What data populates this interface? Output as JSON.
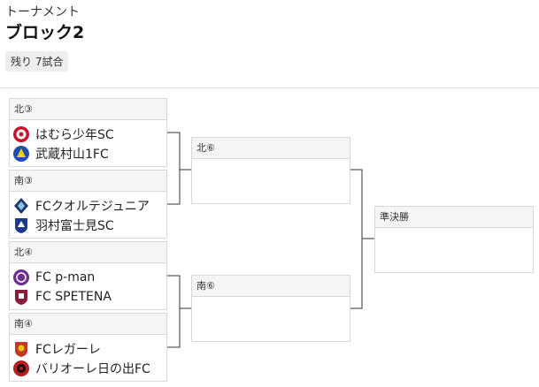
{
  "header": {
    "subtitle": "トーナメント",
    "title": "ブロック2",
    "remaining": "残り 7試合"
  },
  "round1": [
    {
      "label": "北③",
      "teams": [
        {
          "name": "はむら少年SC",
          "icon": "hamura-crest-icon",
          "colors": [
            "#c8102e",
            "#ffffff"
          ]
        },
        {
          "name": "武蔵村山1FC",
          "icon": "musashimurayama-crest-icon",
          "colors": [
            "#1f4fa8",
            "#f3d21c"
          ]
        }
      ]
    },
    {
      "label": "南③",
      "teams": [
        {
          "name": "FCクオルテジュニア",
          "icon": "qualte-crest-icon",
          "colors": [
            "#1e3a6e",
            "#8ec3e6"
          ]
        },
        {
          "name": "羽村富士見SC",
          "icon": "fujimi-crest-icon",
          "colors": [
            "#1e3a8a",
            "#ffffff"
          ]
        }
      ]
    },
    {
      "label": "北④",
      "teams": [
        {
          "name": "FC p-man",
          "icon": "pman-crest-icon",
          "colors": [
            "#6b2f8f",
            "#ffffff"
          ]
        },
        {
          "name": "FC SPETENA",
          "icon": "spetena-crest-icon",
          "colors": [
            "#8a1c3c",
            "#ffffff"
          ]
        }
      ]
    },
    {
      "label": "南④",
      "teams": [
        {
          "name": "FCレガーレ",
          "icon": "legare-crest-icon",
          "colors": [
            "#c0392b",
            "#f1c40f"
          ]
        },
        {
          "name": "バリオーレ日の出FC",
          "icon": "bariole-crest-icon",
          "colors": [
            "#b71c1c",
            "#111111"
          ]
        }
      ]
    }
  ],
  "round2": [
    {
      "label": "北⑥"
    },
    {
      "label": "南⑥"
    }
  ],
  "semifinal": {
    "label": "準決勝"
  }
}
